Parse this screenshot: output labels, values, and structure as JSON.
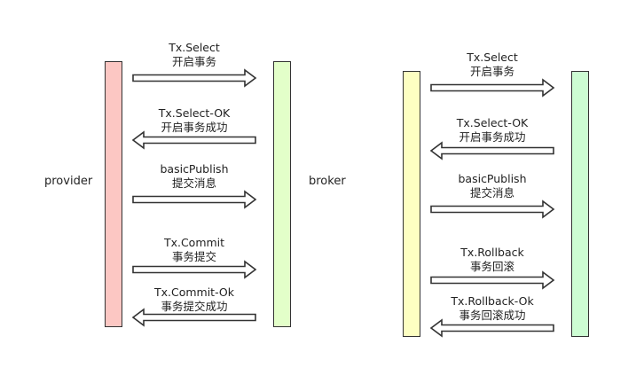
{
  "colors": {
    "provider_bar": "#fcc7c3",
    "broker_bar": "#e3ffc9",
    "second_left_bar": "#fdffc2",
    "second_right_bar": "#cdfdd3",
    "stroke": "#333333"
  },
  "left_diagram": {
    "provider_label": "provider",
    "broker_label": "broker",
    "messages": [
      {
        "title": "Tx.Select",
        "subtitle": "开启事务",
        "direction": "right"
      },
      {
        "title": "Tx.Select-OK",
        "subtitle": "开启事务成功",
        "direction": "left"
      },
      {
        "title": "basicPublish",
        "subtitle": "提交消息",
        "direction": "right"
      },
      {
        "title": "Tx.Commit",
        "subtitle": "事务提交",
        "direction": "right"
      },
      {
        "title": "Tx.Commit-Ok",
        "subtitle": "事务提交成功",
        "direction": "left"
      }
    ]
  },
  "right_diagram": {
    "messages": [
      {
        "title": "Tx.Select",
        "subtitle": "开启事务",
        "direction": "right"
      },
      {
        "title": "Tx.Select-OK",
        "subtitle": "开启事务成功",
        "direction": "left"
      },
      {
        "title": "basicPublish",
        "subtitle": "提交消息",
        "direction": "right"
      },
      {
        "title": "Tx.Rollback",
        "subtitle": "事务回滚",
        "direction": "right"
      },
      {
        "title": "Tx.Rollback-Ok",
        "subtitle": "事务回滚成功",
        "direction": "left"
      }
    ]
  }
}
